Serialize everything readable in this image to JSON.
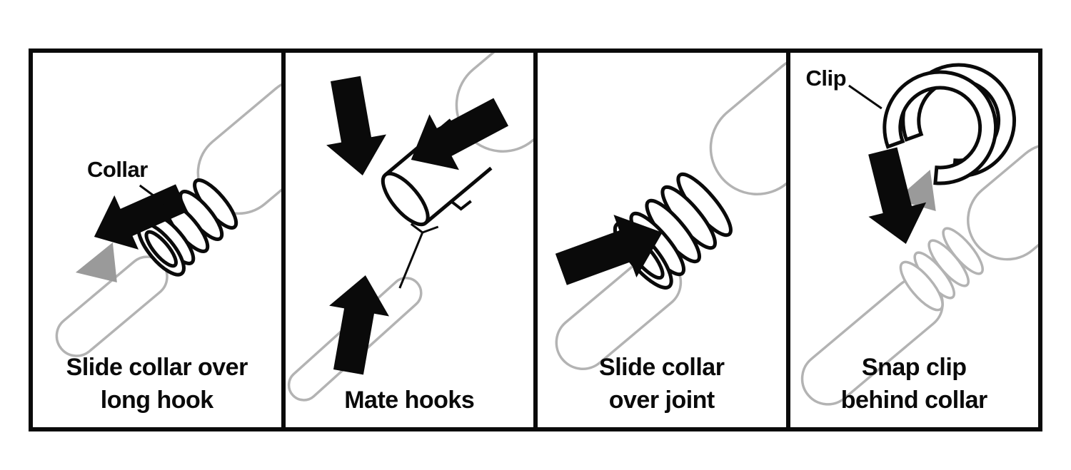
{
  "diagram": {
    "type": "assembly-instructions",
    "panels": [
      {
        "caption_line1": "Slide collar over",
        "caption_line2": "long hook",
        "part_label": "Collar",
        "arrows": [
          "black-arrow-pointing-lower-left",
          "gray-arrowhead-lower-left"
        ]
      },
      {
        "caption_line1": "Mate hooks",
        "caption_line2": "",
        "arrows": [
          "black-arrow-pointing-down",
          "black-arrow-pointing-lower-left",
          "black-arrow-pointing-up"
        ]
      },
      {
        "caption_line1": "Slide collar",
        "caption_line2": "over joint",
        "arrows": [
          "black-arrow-pointing-upper-right"
        ]
      },
      {
        "caption_line1": "Snap clip",
        "caption_line2": "behind collar",
        "part_label": "Clip",
        "arrows": [
          "black-arrow-pointing-down",
          "gray-arrowhead-down-left"
        ]
      }
    ],
    "colors": {
      "ink": "#0a0a0a",
      "light_line_art": "#b3b3b3",
      "shadow_arrow": "#9a9a9a",
      "background": "#ffffff"
    }
  }
}
